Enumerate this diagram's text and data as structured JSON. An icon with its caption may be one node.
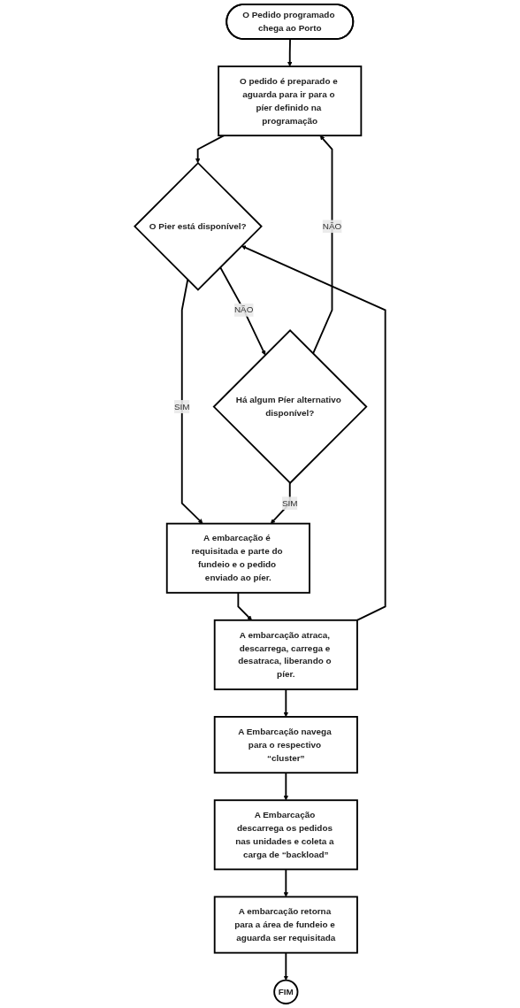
{
  "diagram": {
    "nodes": [
      {
        "text": [
          "O Pedido programado chega ao Porto"
        ]
      },
      {
        "text": [
          "O pedido é preparado e aguarda para ir para o píer definido na programação"
        ]
      },
      {
        "text": [
          "O Pier está disponível?"
        ]
      },
      {
        "text": [
          "Há algum Píer alternativo disponível?"
        ]
      },
      {
        "text": [
          "A embarcação é requisitada e parte do fundeio e o pedido enviado ao píer."
        ]
      },
      {
        "text": [
          "A embarcação atraca, descarrega, carrega e desatraca, liberando o píer."
        ]
      },
      {
        "text": [
          "A Embarcação navega para o respectivo “cluster”"
        ]
      },
      {
        "text": [
          "A Embarcação descarrega os pedidos nas unidades e coleta a carga de “backload”"
        ]
      },
      {
        "text": [
          "A embarcação retorna para a área de fundeio e aguarda ser requisitada"
        ]
      },
      {
        "text": [
          "FIM"
        ]
      }
    ],
    "edges": [
      {
        "from": 0,
        "to": 1,
        "arrow": "to"
      },
      {
        "from": 1,
        "to": 2,
        "arrow": "to"
      },
      {
        "from": 2,
        "to": 3,
        "arrow": "to",
        "label": "NÃO"
      },
      {
        "from": 3,
        "to": 1,
        "arrow": "to",
        "label": "NÃO"
      },
      {
        "from": 2,
        "to": 4,
        "arrow": "to",
        "label": "SIM"
      },
      {
        "from": 3,
        "to": 4,
        "arrow": "to",
        "label": "SIM"
      },
      {
        "from": 4,
        "to": 5,
        "arrow": "to"
      },
      {
        "from": 5,
        "to": 2,
        "arrow": "to"
      },
      {
        "from": 5,
        "to": 6,
        "arrow": "to"
      },
      {
        "from": 6,
        "to": 7,
        "arrow": "to"
      },
      {
        "from": 7,
        "to": 8,
        "arrow": "to"
      },
      {
        "from": 8,
        "to": 9,
        "arrow": "to"
      }
    ]
  }
}
